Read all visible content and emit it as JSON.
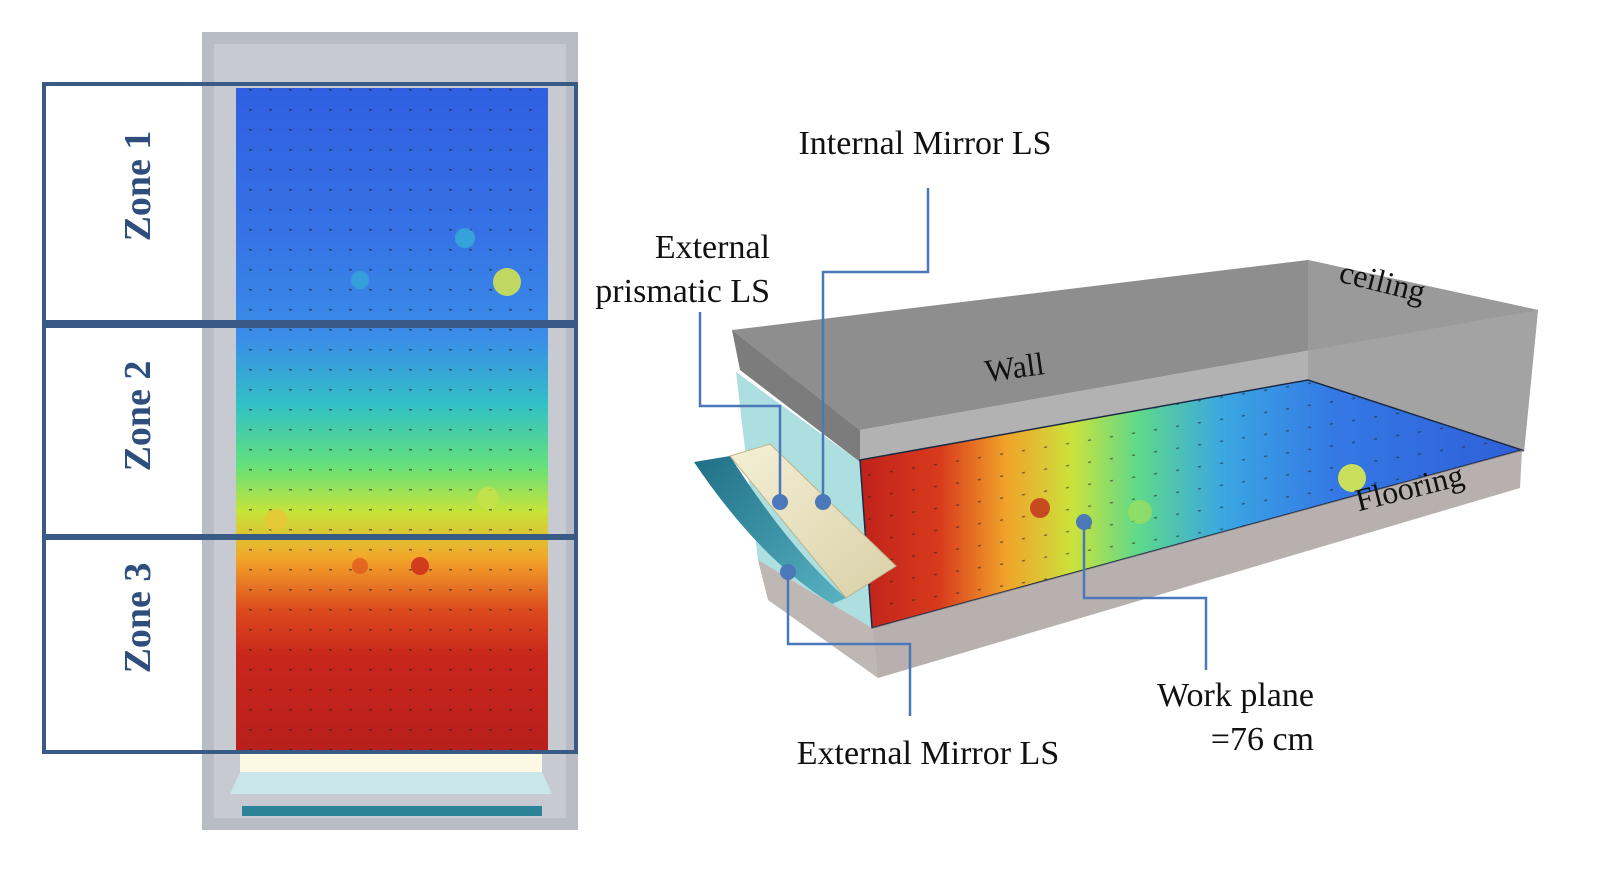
{
  "plan_view": {
    "zones": [
      {
        "label": "Zone 1"
      },
      {
        "label": "Zone 2"
      },
      {
        "label": "Zone 3"
      }
    ]
  },
  "perspective_view": {
    "labels": {
      "internal_mirror": "Internal Mirror LS",
      "external_prismatic_line1": "External",
      "external_prismatic_line2": "prismatic LS",
      "ceiling": "ceiling",
      "wall": "Wall",
      "flooring": "Flooring",
      "work_plane_line1": "Work plane",
      "work_plane_line2": "=76 cm",
      "external_mirror": "External Mirror LS"
    }
  },
  "colors": {
    "zone_frame": "#3a5a86",
    "zone_text": "#2e4f7e",
    "leader": "#4a78b8",
    "heat_low": "#2f5fe0",
    "heat_mid": "#5fe27a",
    "heat_high": "#c9281c",
    "room_grey": "#8e8e8e"
  }
}
